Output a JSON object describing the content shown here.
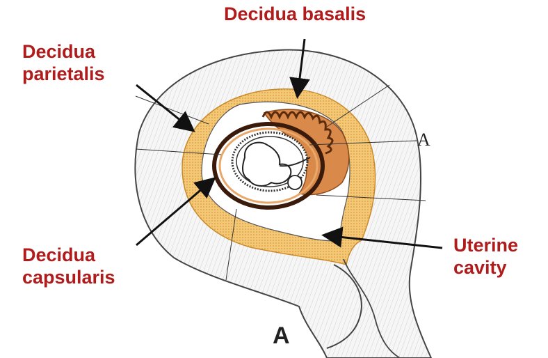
{
  "labels": {
    "decidua_basalis": "Decidua basalis",
    "decidua_parietalis": [
      "Decidua",
      "parietalis"
    ],
    "decidua_capsularis": [
      "Decidua",
      "capsularis"
    ],
    "uterine_cavity": [
      "Uterine",
      "cavity"
    ]
  },
  "figure_letter": "A",
  "stray_letter": "A",
  "colors": {
    "label": "#b01c1c",
    "decidua_fill": "#f0c36a",
    "decidua_dots": "#d98a2a",
    "villi": "#c9733a",
    "outline": "#2b2b2b",
    "myometrium": "#f4f4f4"
  }
}
